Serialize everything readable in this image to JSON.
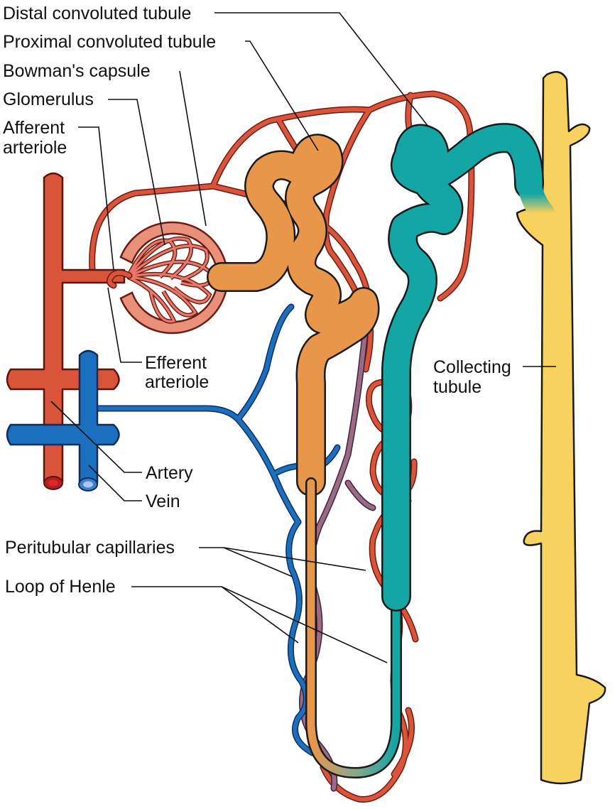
{
  "labels": {
    "distal": "Distal convoluted tubule",
    "proximal": "Proximal convoluted tubule",
    "bowman": "Bowman's  capsule",
    "glomerulus": "Glomerulus",
    "afferent_1": "Afferent",
    "afferent_2": "arteriole",
    "efferent_1": "Efferent",
    "efferent_2": "arteriole",
    "artery": "Artery",
    "vein": "Vein",
    "peritubular": "Peritubular capillaries",
    "henle": "Loop of Henle",
    "collecting_1": "Collecting",
    "collecting_2": "tubule"
  },
  "colors": {
    "artery": "#d9543a",
    "artery_outline": "#7a1a10",
    "vein": "#1c6fbe",
    "vein_outline": "#0b2f5e",
    "proximal": "#e8974a",
    "distal": "#14a5a5",
    "collecting": "#f7d25f",
    "capillary_mix": "#9a6a86",
    "capsule": "#e9907a"
  }
}
